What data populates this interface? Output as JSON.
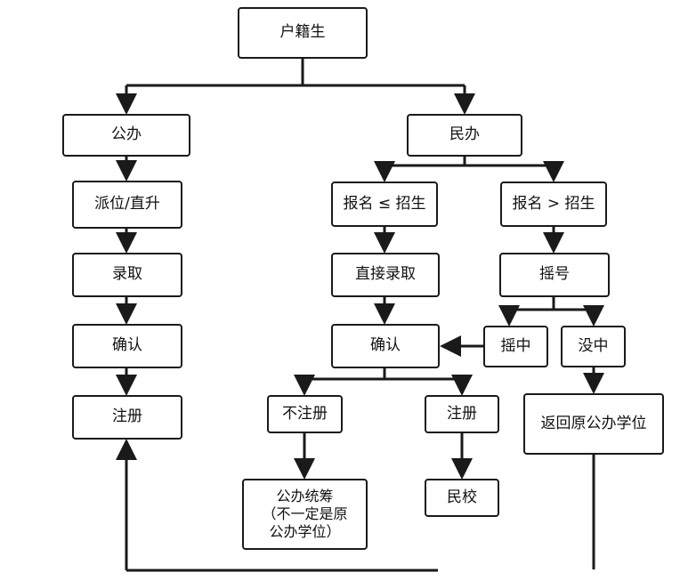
{
  "nodes": {
    "huji": "户籍生",
    "gongban": "公办",
    "minban": "民办",
    "paiwei": "派位/直升",
    "luqu_l": "录取",
    "queren_l": "确认",
    "zhuce_l": "注册",
    "baoming_le": "报名 ≤ 招生",
    "baoming_gt": "报名 > 招生",
    "zhijie_luqu": "直接录取",
    "yaohao": "摇号",
    "queren_r": "确认",
    "yaozhong": "摇中",
    "meizhong": "没中",
    "bu_zhuce": "不注册",
    "zhuce_r": "注册",
    "fanhui": "返回原公办学位",
    "gongban_tongchou": "公办统筹\n（不一定是原\n公办学位）",
    "minxiao": "民校"
  },
  "colors": {
    "line": "#1a1a1a",
    "border": "#1a1a1a",
    "text": "#111111"
  }
}
